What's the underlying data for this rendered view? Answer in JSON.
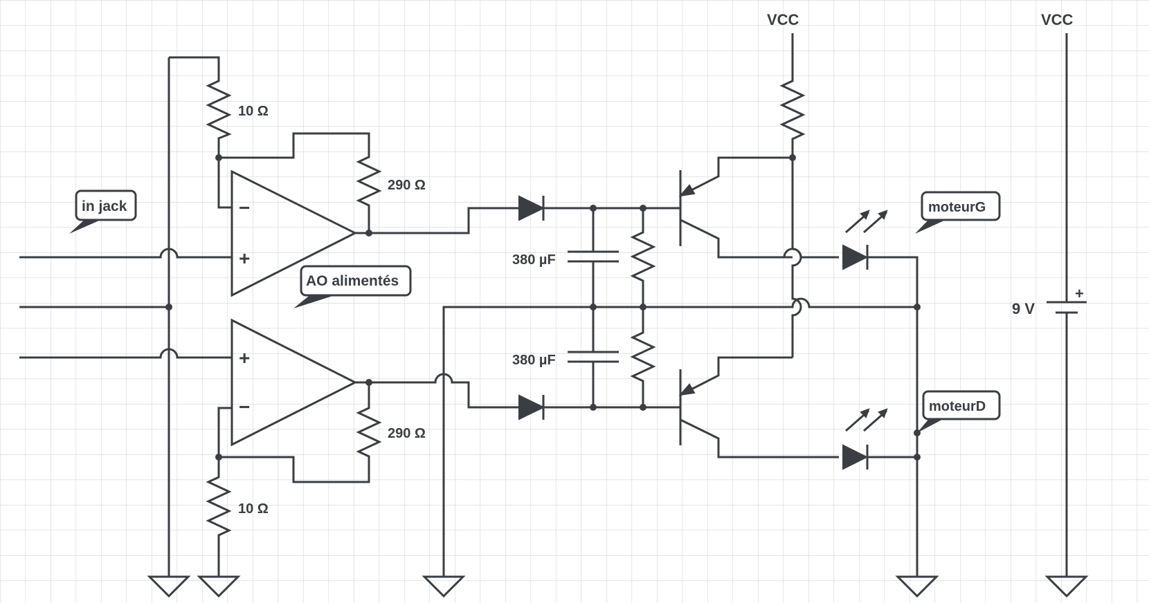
{
  "title": "",
  "colors": {
    "wire": "#3a3e42",
    "grid": "#d4d4d4",
    "background": "#ffffff",
    "callout_border": "#3a3e42"
  },
  "labels": {
    "vcc_left": "VCC",
    "vcc_right": "VCC",
    "r_top_feedback": "10 Ω",
    "r_top_gain": "290 Ω",
    "r_bottom_gain": "290 Ω",
    "r_bottom_feedback": "10 Ω",
    "cap_top": "380 µF",
    "cap_bottom": "380 µF",
    "battery": "9 V",
    "opamp_plus_top": "+",
    "opamp_minus_top": "−",
    "opamp_plus_bottom": "+",
    "opamp_minus_bottom": "−",
    "battery_plus": "+"
  },
  "callouts": {
    "in_jack": "in jack",
    "ao": "AO alimentés",
    "moteur_g": "moteurG",
    "moteur_d": "moteurD"
  }
}
